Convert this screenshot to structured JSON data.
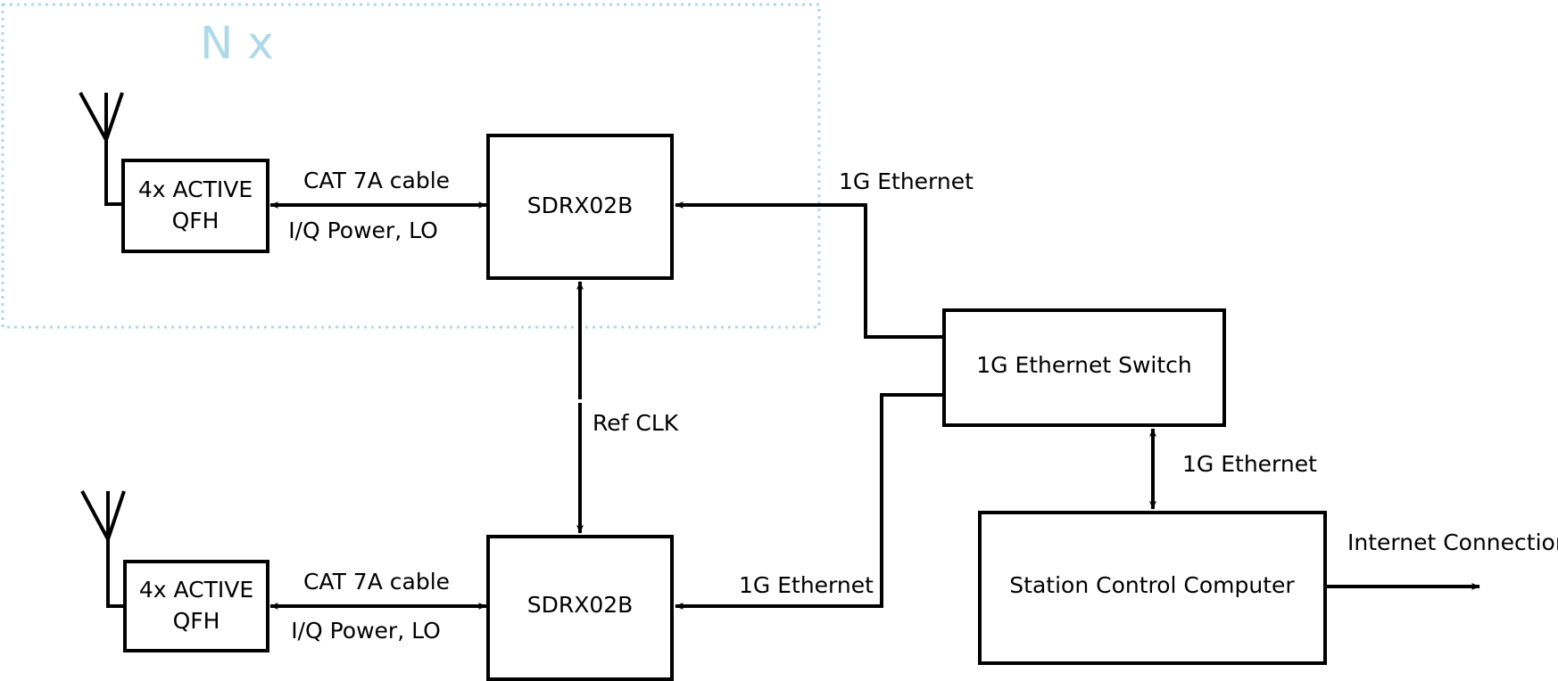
{
  "diagram": {
    "title_group": "N x",
    "group_accent_color": "#aed9e8",
    "line_color": "#000000",
    "background_color": "#ffffff",
    "blocks": {
      "qfh_top": "4x ACTIVE\nQFH",
      "qfh_top_line1": "4x ACTIVE",
      "qfh_top_line2": "QFH",
      "sdr_top": "SDRX02B",
      "switch": "1G Ethernet Switch",
      "qfh_bottom_line1": "4x ACTIVE",
      "qfh_bottom_line2": "QFH",
      "sdr_bottom": "SDRX02B",
      "computer": "Station Control Computer"
    },
    "edges": {
      "cat7a_top": "CAT 7A cable",
      "iq_power_lo_top": "I/Q Power, LO",
      "cat7a_bottom": "CAT 7A cable",
      "iq_power_lo_bottom": "I/Q Power, LO",
      "eth_sdr_top": "1G Ethernet",
      "eth_sdr_bottom": "1G Ethernet",
      "eth_switch_computer": "1G Ethernet",
      "ref_clk": "Ref CLK",
      "internet": "Internet Connection"
    }
  }
}
